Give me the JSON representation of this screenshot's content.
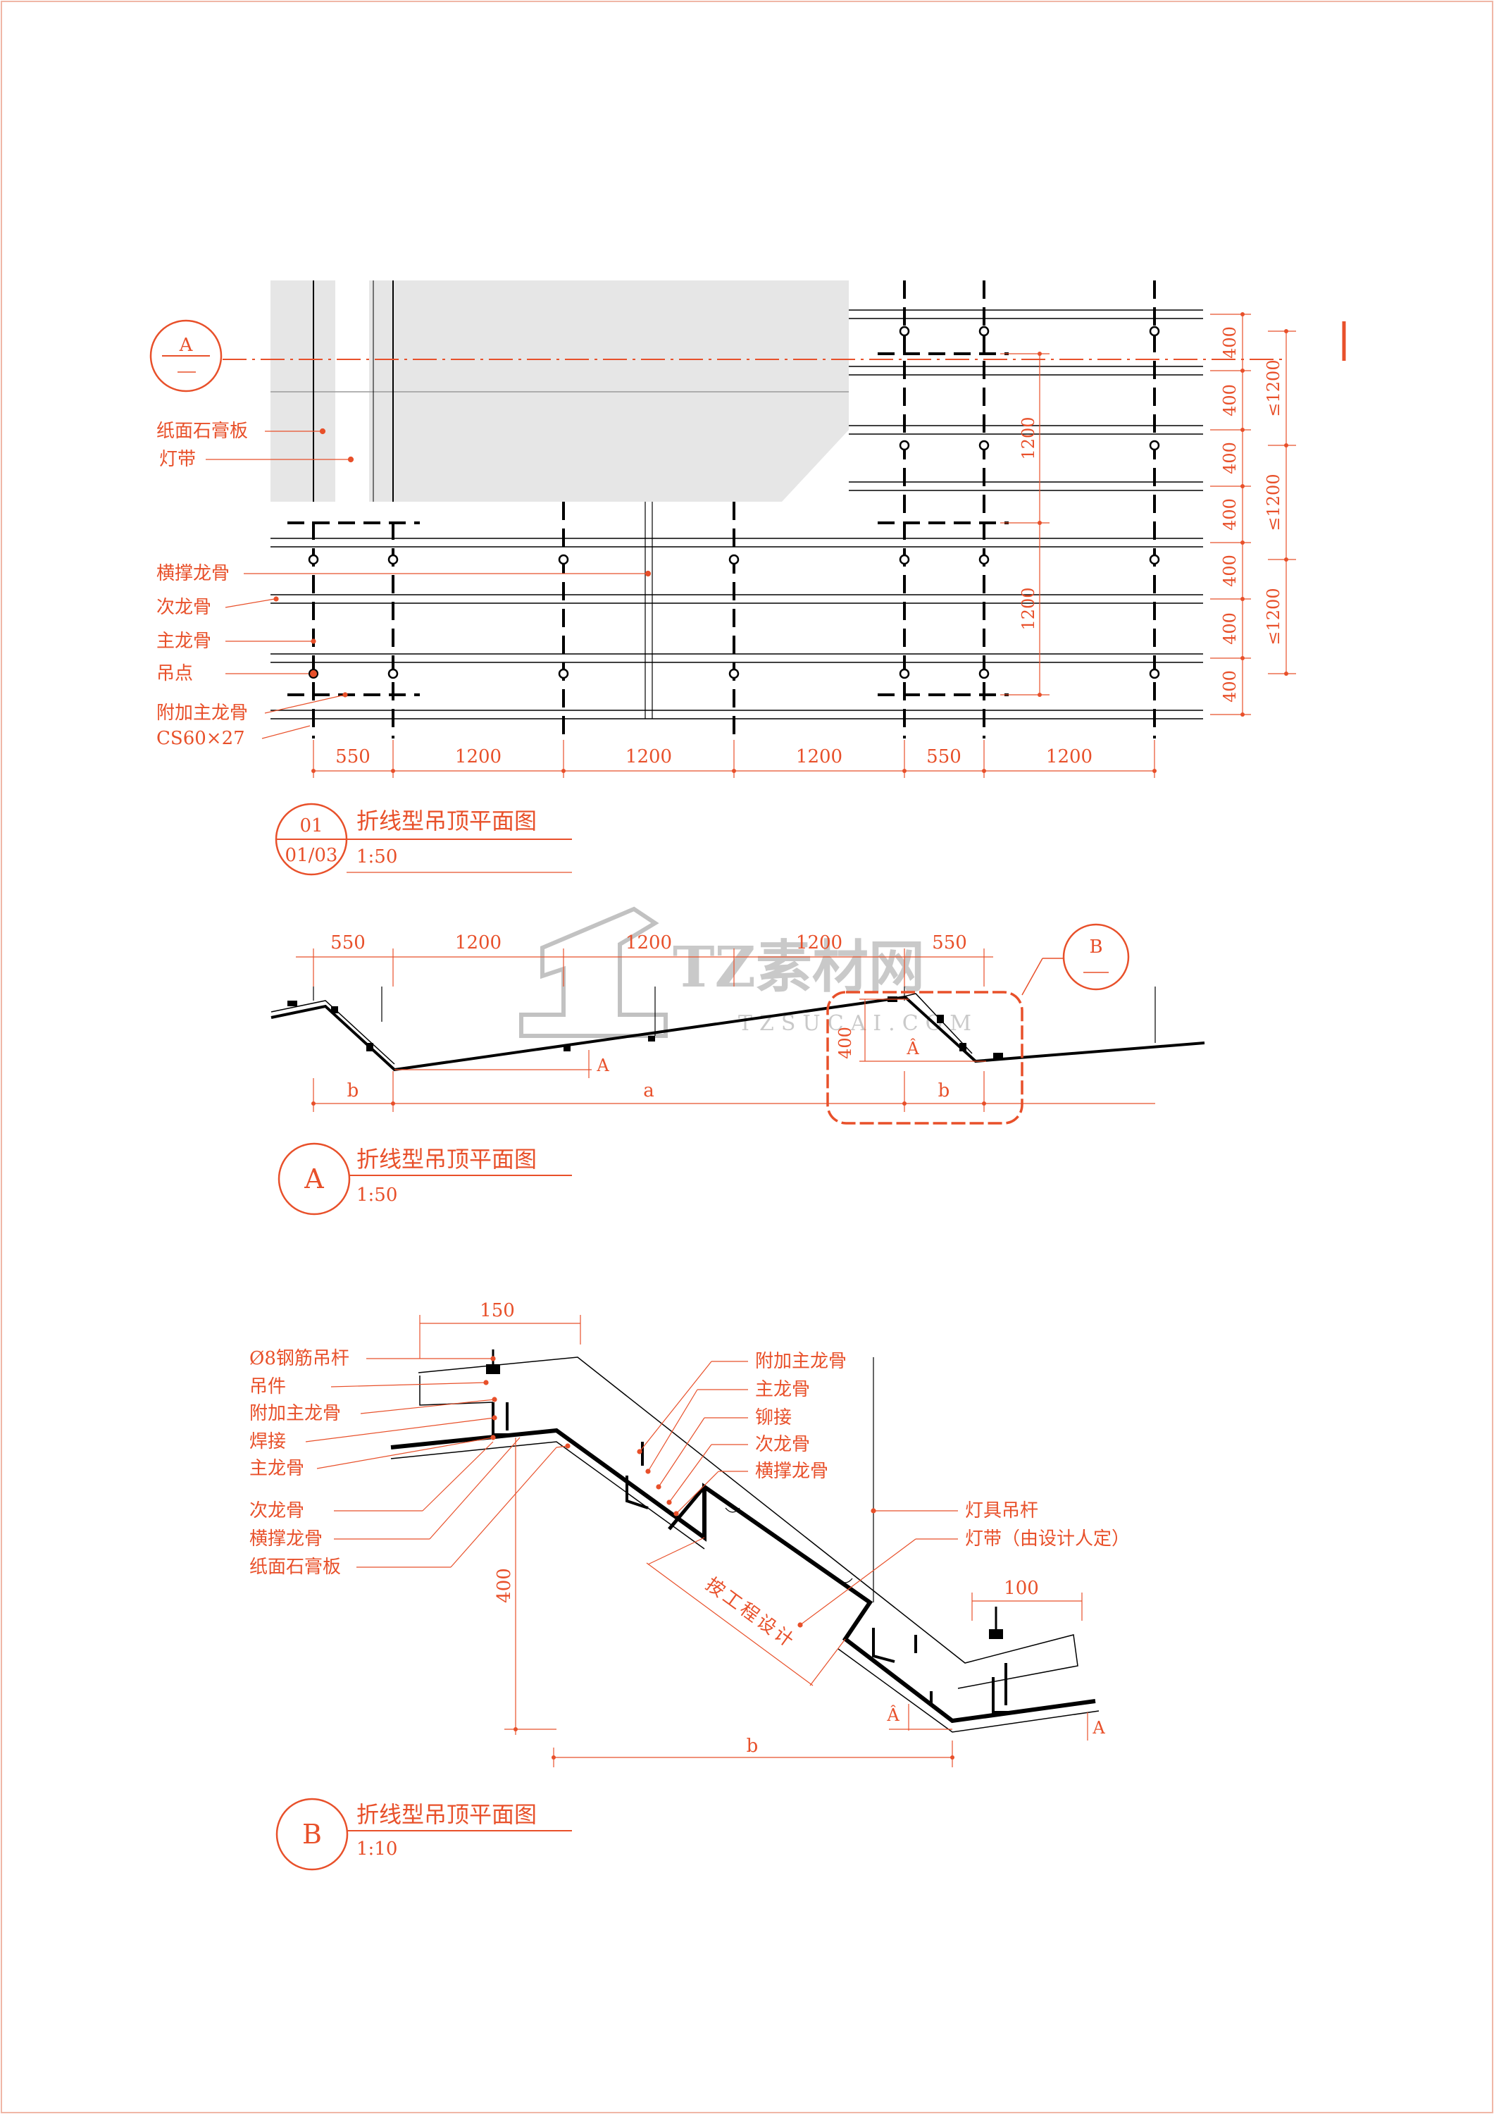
{
  "colors": {
    "accent": "#e8502a",
    "line": "#000000",
    "panel": "#e6e6e6",
    "gray": "#9a9a9a"
  },
  "plan": {
    "title": "折线型吊顶平面图",
    "number": "01",
    "sheet": "01/03",
    "scale": "1:50",
    "section_mark": "A",
    "labels": [
      "纸面石膏板",
      "灯带",
      "横撑龙骨",
      "次龙骨",
      "主龙骨",
      "吊点",
      "附加主龙骨",
      "CS60×27"
    ],
    "bottom_dims": [
      "550",
      "1200",
      "1200",
      "1200",
      "550",
      "1200"
    ],
    "right_dims": [
      "400",
      "400",
      "400",
      "400",
      "400",
      "400",
      "400"
    ],
    "right_limits": [
      "≤1200",
      "≤1200",
      "≤1200"
    ],
    "inner_dims": [
      "1200",
      "1200"
    ]
  },
  "section_a": {
    "title": "折线型吊顶平面图",
    "mark": "A",
    "scale": "1:50",
    "top_dims": [
      "550",
      "1200",
      "1200",
      "1200",
      "550"
    ],
    "bottom_dims": [
      "b",
      "a",
      "b"
    ],
    "detail_mark": "B",
    "h_dim": "400",
    "tags": [
      "A",
      "Â"
    ]
  },
  "section_b": {
    "title": "折线型吊顶平面图",
    "mark": "B",
    "scale": "1:10",
    "left_labels": [
      "Ø8钢筋吊杆",
      "吊件",
      "附加主龙骨",
      "焊接",
      "主龙骨",
      "次龙骨",
      "横撑龙骨",
      "纸面石膏板"
    ],
    "right_labels": [
      "附加主龙骨",
      "主龙骨",
      "铆接",
      "次龙骨",
      "横撑龙骨"
    ],
    "lamp_labels": [
      "灯具吊杆",
      "灯带（由设计人定）"
    ],
    "dims": [
      "150",
      "100",
      "400",
      "b"
    ],
    "diag_label": "按工程设计",
    "tags": [
      "Â",
      "A"
    ]
  },
  "watermark": {
    "brand": "TZ素材网",
    "site": "TZSUCAI.COM"
  }
}
